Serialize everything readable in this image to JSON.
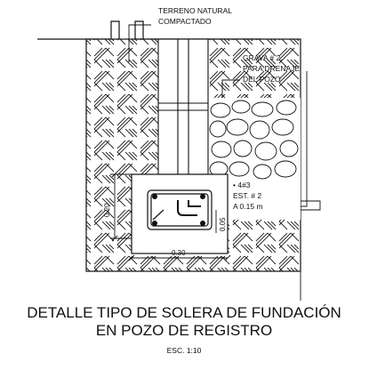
{
  "labels": {
    "terreno_line1": "TERRENO NATURAL",
    "terreno_line2": "COMPACTADO",
    "grava_line1": "GRAVA # 2,",
    "grava_line2": "PARA DRENAJE",
    "grava_line3": "DEL POZO",
    "bars": "• 4#3",
    "stirrup": "EST. # 2",
    "spacing": "A 0.15 m",
    "dim_height": "0.20",
    "dim_width": "0.30",
    "dim_cover": "0.05"
  },
  "caption": {
    "line1": "DETALLE TIPO DE SOLERA DE FUNDACIÓN",
    "line2": "EN POZO DE REGISTRO",
    "scale": "ESC. 1:10"
  }
}
